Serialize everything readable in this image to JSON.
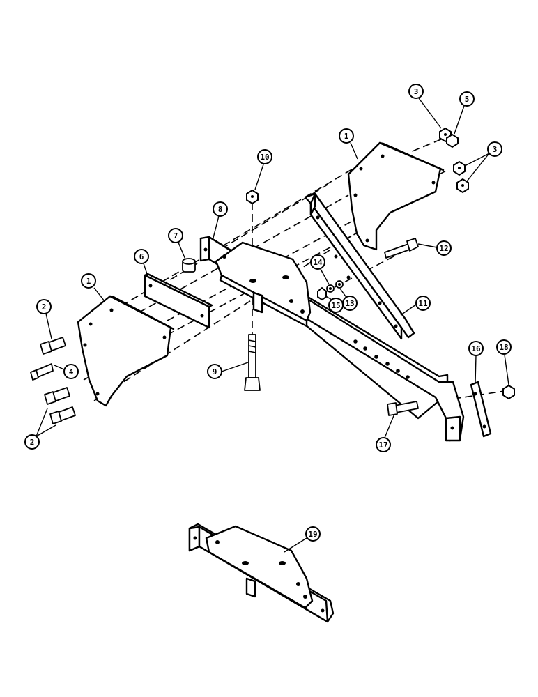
{
  "callouts": [
    {
      "id": "c1a",
      "text": "1"
    },
    {
      "id": "c1b",
      "text": "1"
    },
    {
      "id": "c2a",
      "text": "2"
    },
    {
      "id": "c2b",
      "text": "2"
    },
    {
      "id": "c3a",
      "text": "3"
    },
    {
      "id": "c3b",
      "text": "3"
    },
    {
      "id": "c4",
      "text": "4"
    },
    {
      "id": "c5",
      "text": "5"
    },
    {
      "id": "c6",
      "text": "6"
    },
    {
      "id": "c7",
      "text": "7"
    },
    {
      "id": "c8",
      "text": "8"
    },
    {
      "id": "c9",
      "text": "9"
    },
    {
      "id": "c10",
      "text": "10"
    },
    {
      "id": "c11",
      "text": "11"
    },
    {
      "id": "c12",
      "text": "12"
    },
    {
      "id": "c13",
      "text": "13"
    },
    {
      "id": "c14",
      "text": "14"
    },
    {
      "id": "c15",
      "text": "15"
    },
    {
      "id": "c16",
      "text": "16"
    },
    {
      "id": "c17",
      "text": "17"
    },
    {
      "id": "c18",
      "text": "18"
    },
    {
      "id": "c19",
      "text": "19"
    }
  ]
}
